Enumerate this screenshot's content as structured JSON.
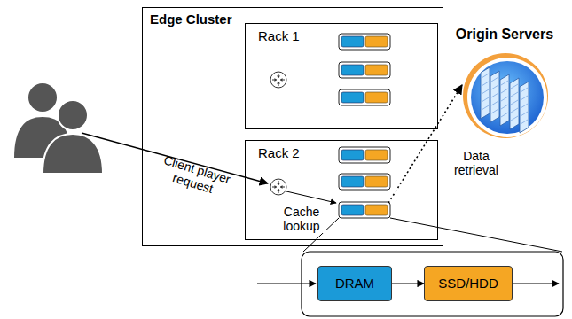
{
  "diagram": {
    "nodes": [
      {
        "text": [
          "Edge Cluster"
        ]
      },
      {
        "text": [
          "Rack 1"
        ],
        "in": 0
      },
      {
        "text": [
          "Rack 2"
        ],
        "in": 0
      },
      {
        "text": [
          "Origin Servers"
        ]
      },
      {
        "text": [
          "DRAM"
        ]
      },
      {
        "text": [
          "SSD/HDD"
        ]
      }
    ],
    "edges": [
      {
        "from": 2,
        "to": 3,
        "arrow": "to",
        "label": "Data retrieval"
      },
      {
        "from": 4,
        "to": 5,
        "arrow": "to"
      }
    ],
    "labels": [
      "Client player request",
      "Cache lookup"
    ]
  }
}
